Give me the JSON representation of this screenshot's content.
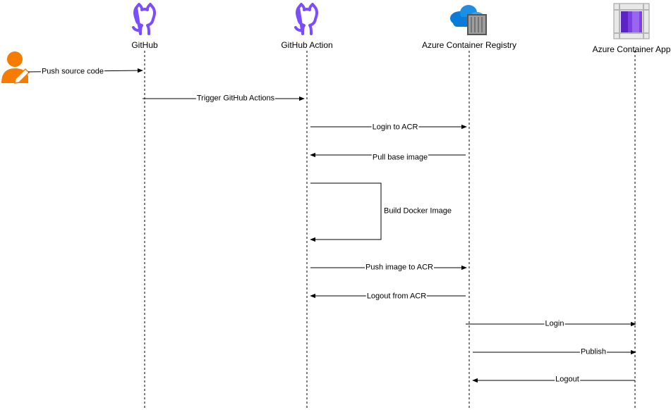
{
  "actors": [
    {
      "id": "github",
      "label": "GitHub",
      "icon": "github-icon",
      "color": "#7c4dff"
    },
    {
      "id": "action",
      "label": "GitHub Action",
      "icon": "github-icon",
      "color": "#7c4dff"
    },
    {
      "id": "acr",
      "label": "Azure Container Registry",
      "icon": "azure-container-registry-icon",
      "color": "#0078d4"
    },
    {
      "id": "aca",
      "label": "Azure Container App",
      "icon": "azure-container-app-icon",
      "color": "#773adc"
    }
  ],
  "user": {
    "icon": "user-edit-icon",
    "color": "#f57c00"
  },
  "messages": [
    {
      "id": "push-source",
      "label": "Push source code"
    },
    {
      "id": "trigger",
      "label": "Trigger GitHub Actions"
    },
    {
      "id": "login-acr",
      "label": "Login to ACR"
    },
    {
      "id": "pull-base",
      "label": "Pull base image"
    },
    {
      "id": "build",
      "label": "Build Docker Image"
    },
    {
      "id": "push-image",
      "label": "Push image to ACR"
    },
    {
      "id": "logout-acr",
      "label": "Logout from ACR"
    },
    {
      "id": "login-aca",
      "label": "Login"
    },
    {
      "id": "publish",
      "label": "Publish"
    },
    {
      "id": "logout-aca",
      "label": "Logout"
    }
  ]
}
